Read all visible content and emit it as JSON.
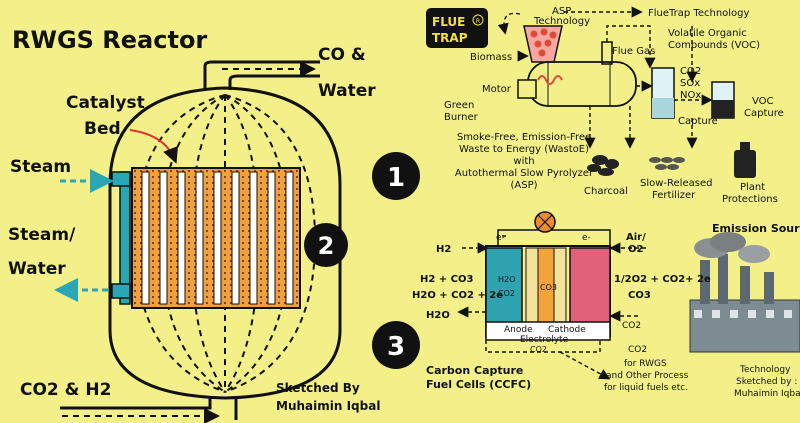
{
  "left": {
    "title": "RWGS Reactor",
    "out_label_1": "CO &",
    "out_label_2": "Water",
    "catalyst_1": "Catalyst",
    "catalyst_2": "Bed",
    "steam_in": "Steam",
    "steam_out_1": "Steam/",
    "steam_out_2": "Water",
    "feed": "CO2 & H2",
    "credit_1": "Sketched By",
    "credit_2": "Muhaimin Iqbal"
  },
  "numbers": [
    "1",
    "2",
    "3"
  ],
  "top": {
    "logo_1": "FLUE",
    "logo_2": "TRAP",
    "logo_mark": "R",
    "asp_1": "ASP",
    "asp_2": "Technology",
    "fluetrap_tech": "FlueTrap Technology",
    "biomass": "Biomass",
    "flue_gas": "Flue Gas",
    "voc_1": "Volatile Organic",
    "voc_2": "Compounds (VOC)",
    "motor": "Motor",
    "green_1": "Green",
    "green_2": "Burner",
    "co2": "CO2",
    "sox": "SOx",
    "nox": "NOx",
    "capture": "Capture",
    "voc_capture_1": "VOC",
    "voc_capture_2": "Capture",
    "desc_1": "Smoke-Free, Emission-Free",
    "desc_2": "Waste to Energy (WastoE)",
    "desc_3": "with",
    "desc_4": "Autothermal Slow Pyrolyzer",
    "desc_5": "(ASP)",
    "charcoal": "Charcoal",
    "fert_1": "Slow-Released",
    "fert_2": "Fertilizer",
    "plant_1": "Plant",
    "plant_2": "Protections"
  },
  "bottom": {
    "e_left": "e-",
    "e_right": "e-",
    "h2": "H2",
    "air_1": "Air/",
    "air_2": "O2",
    "anode_eq_1": "H2 + CO3",
    "anode_eq_2": "H2O + CO2 + 2e",
    "cathode_eq_1": "1/2O2 + CO2+ 2e",
    "cathode_eq_2": "CO3",
    "h2o_in": "H2O",
    "co2_in": "CO2",
    "co3_mid": "CO3",
    "h2o_out": "H2O",
    "co2_right": "CO2",
    "anode": "Anode",
    "cathode": "Cathode",
    "electrolyte": "Electrolyte",
    "co2_bottom": "CO2",
    "co2_out": "CO2",
    "rwgs_1": "for RWGS",
    "rwgs_2": "and Other Process",
    "rwgs_3": "for liquid fuels etc.",
    "ccfc_1": "Carbon Capture",
    "ccfc_2": "Fuel Cells (CCFC)",
    "emission": "Emission Source",
    "tech_1": "Technology",
    "tech_2": "Sketched by :",
    "tech_3": "Muhaimin Iqbal"
  },
  "colors": {
    "background": "#f3f08a",
    "reactor_orange": "#f0a040",
    "steam_teal": "#2aa7b5",
    "anode_teal": "#2fa3b0",
    "electrolyte_orange": "#f2a33a",
    "cathode_pink": "#e0607a",
    "logo_dark": "#111111",
    "logo_yellow": "#f3e23a"
  }
}
